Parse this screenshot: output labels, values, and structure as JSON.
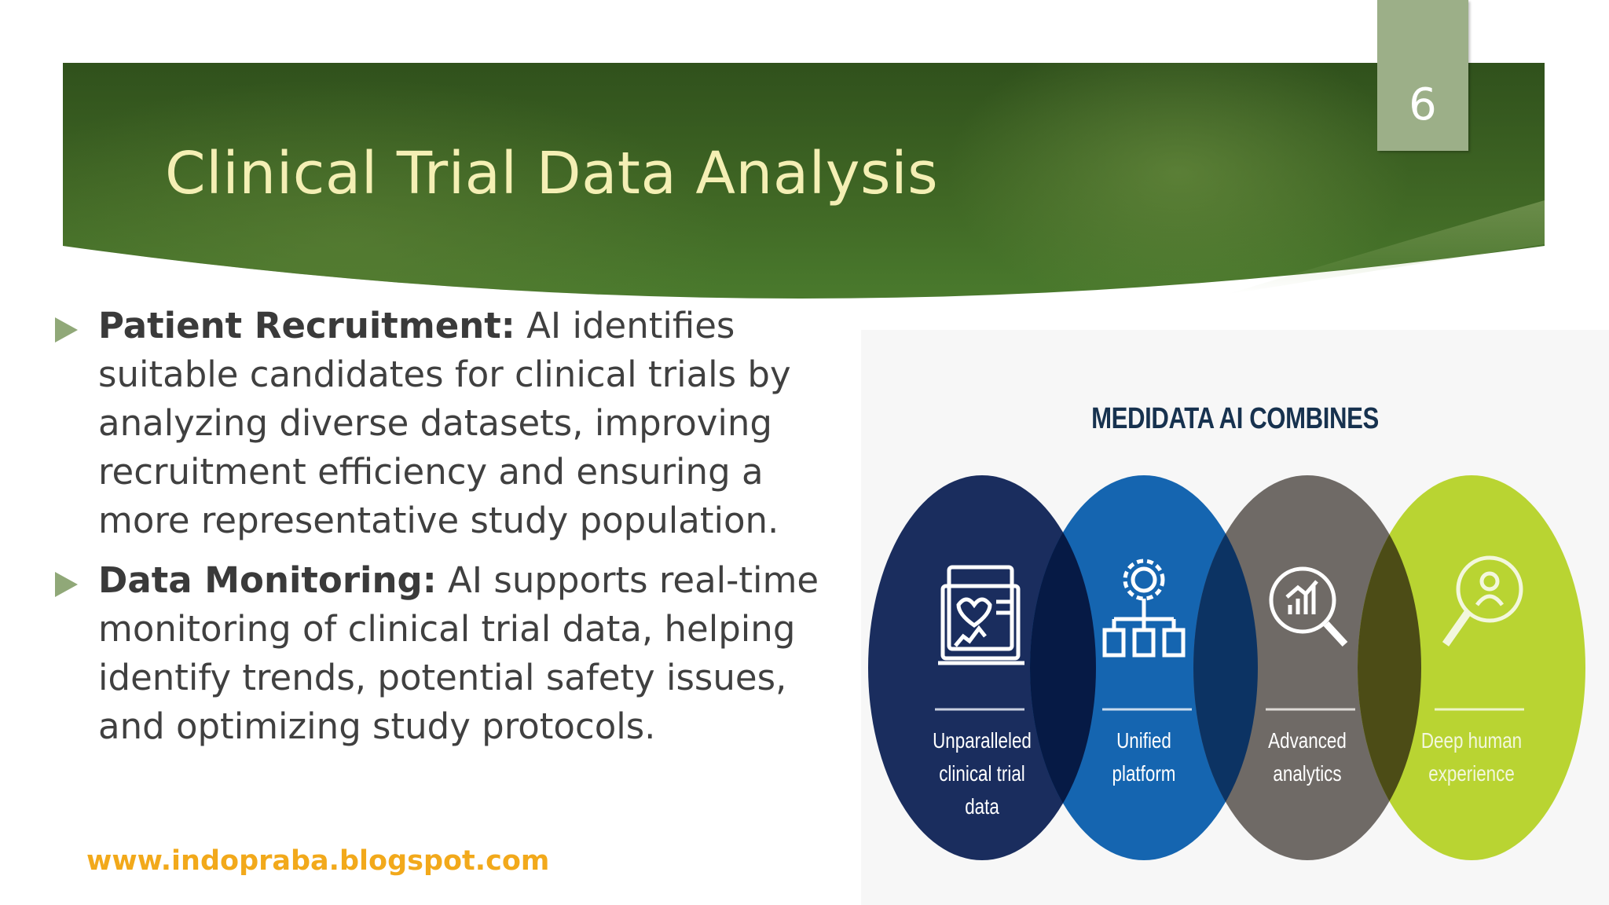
{
  "slide": {
    "number": "6",
    "title": "Clinical Trial Data Analysis"
  },
  "bullets": [
    {
      "heading": "Patient Recruitment:",
      "text": " AI identifies suitable candidates for clinical trials by analyzing diverse datasets, improving recruitment efficiency and ensuring a more representative study population."
    },
    {
      "heading": "Data Monitoring:",
      "text": " AI supports real-time monitoring of clinical trial data, helping identify trends, potential safety issues, and optimizing study protocols."
    }
  ],
  "footer": {
    "url": "www.indopraba.blogspot.com"
  },
  "infographic": {
    "title": "MEDIDATA AI COMBINES",
    "items": [
      {
        "line1": "Unparalleled",
        "line2": "clinical trial data",
        "icon": "clinical-data-monitor-icon",
        "color": "#1a2d5e"
      },
      {
        "line1": "Unified",
        "line2": "platform",
        "icon": "gear-network-icon",
        "color": "#1565b0"
      },
      {
        "line1": "Advanced",
        "line2": "analytics",
        "icon": "magnifier-chart-icon",
        "color": "#6f6a66"
      },
      {
        "line1": "Deep human",
        "line2": "experience",
        "icon": "person-magnifier-icon",
        "color": "#b9d432"
      }
    ]
  },
  "colors": {
    "banner_green": "#3f6624",
    "title_text": "#f4efb4",
    "slide_number_box": "#9caf88",
    "bullet_marker": "#90a878",
    "footer_url": "#f2a91b"
  }
}
